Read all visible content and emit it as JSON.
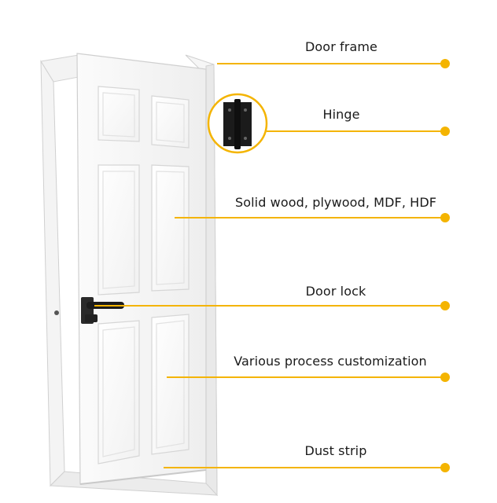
{
  "accent_color": "#f4b400",
  "callouts": [
    {
      "id": "door-frame",
      "label": "Door frame"
    },
    {
      "id": "hinge",
      "label": "Hinge"
    },
    {
      "id": "door-material",
      "label": "Solid wood, plywood, MDF, HDF"
    },
    {
      "id": "door-lock",
      "label": "Door lock"
    },
    {
      "id": "process-customization",
      "label": "Various process customization"
    },
    {
      "id": "dust-strip",
      "label": "Dust strip"
    }
  ]
}
